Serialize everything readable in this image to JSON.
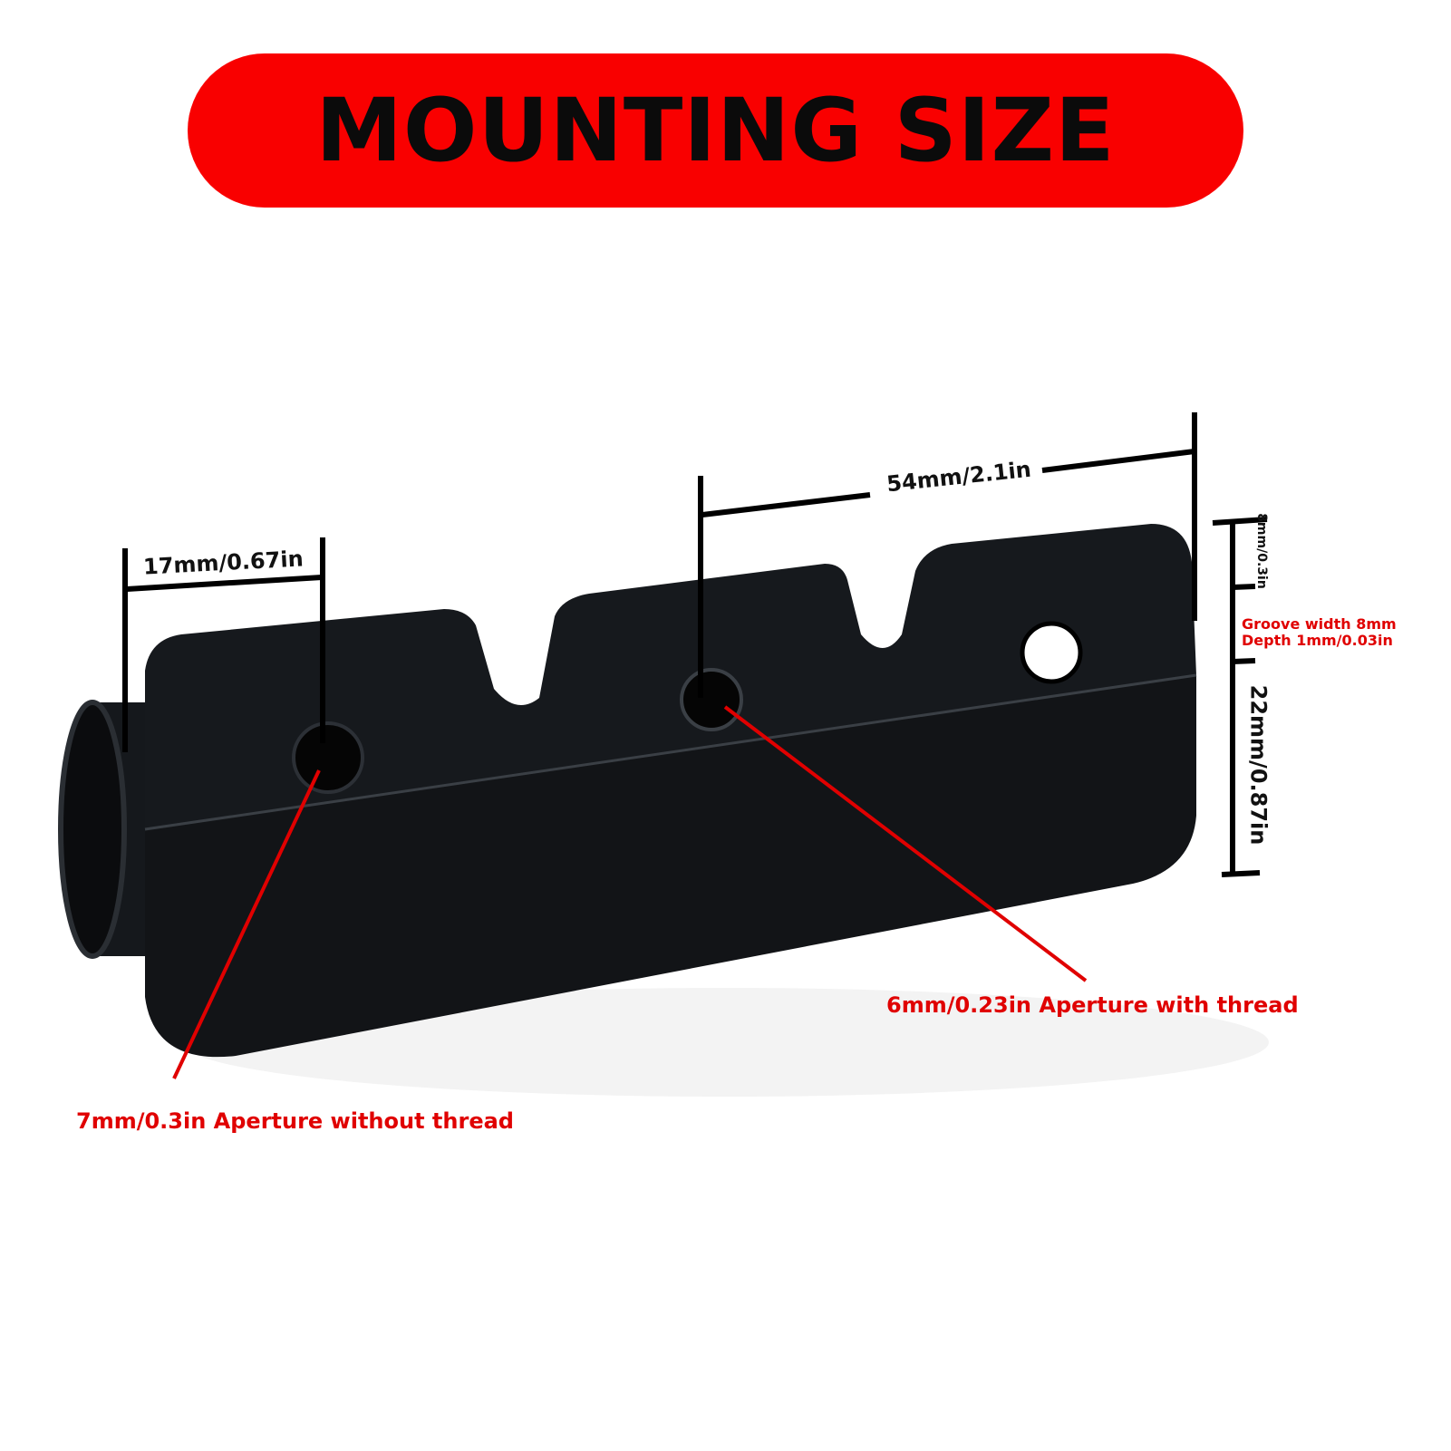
{
  "title": "MOUNTING SIZE",
  "dimensions": {
    "hole_spacing": "17mm/0.67in",
    "length": "54mm/2.1in",
    "groove": "8mm/0.3in",
    "height": "22mm/0.87in"
  },
  "callouts": {
    "groove_width": "Groove width 8mm",
    "groove_depth": "Depth 1mm/0.03in",
    "threaded_hole": "6mm/0.23in Aperture with thread",
    "unthreaded_hole": "7mm/0.3in Aperture without thread"
  },
  "colors": {
    "accent": "#f90000",
    "product": "#111418"
  }
}
